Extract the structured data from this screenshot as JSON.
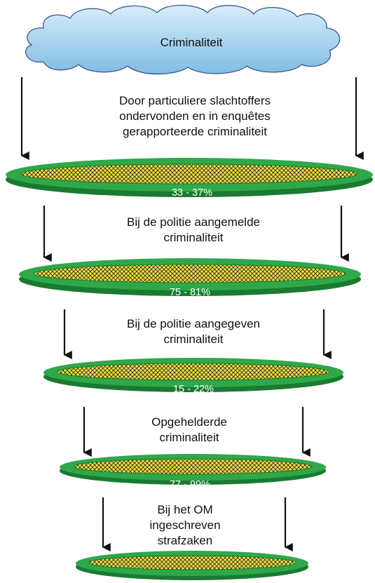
{
  "cloud": {
    "label": "Criminaliteit"
  },
  "stages": [
    {
      "label": "Door particuliere slachtoffers ondervonden en in enquêtes gerapporteerde criminaliteit",
      "percentage": "33 - 37%"
    },
    {
      "label": "Bij de politie aangemelde criminaliteit",
      "percentage": "75 - 81%"
    },
    {
      "label": "Bij de politie aangegeven criminaliteit",
      "percentage": "15 - 22%"
    },
    {
      "label": "Opgehelderde criminaliteit",
      "percentage": "77 - 99%"
    },
    {
      "label": "Bij het OM ingeschreven strafzaken",
      "percentage": ""
    }
  ],
  "colors": {
    "cloud_fill": "#a9d4ee",
    "cloud_stroke": "#3a4a8a",
    "sieve_rim": "#2fa84a",
    "sieve_rim_dark": "#1a7a30",
    "sieve_mesh_bg": "#f2e23a",
    "sieve_mesh_line": "#2a2a2a",
    "arrow": "#111111"
  }
}
